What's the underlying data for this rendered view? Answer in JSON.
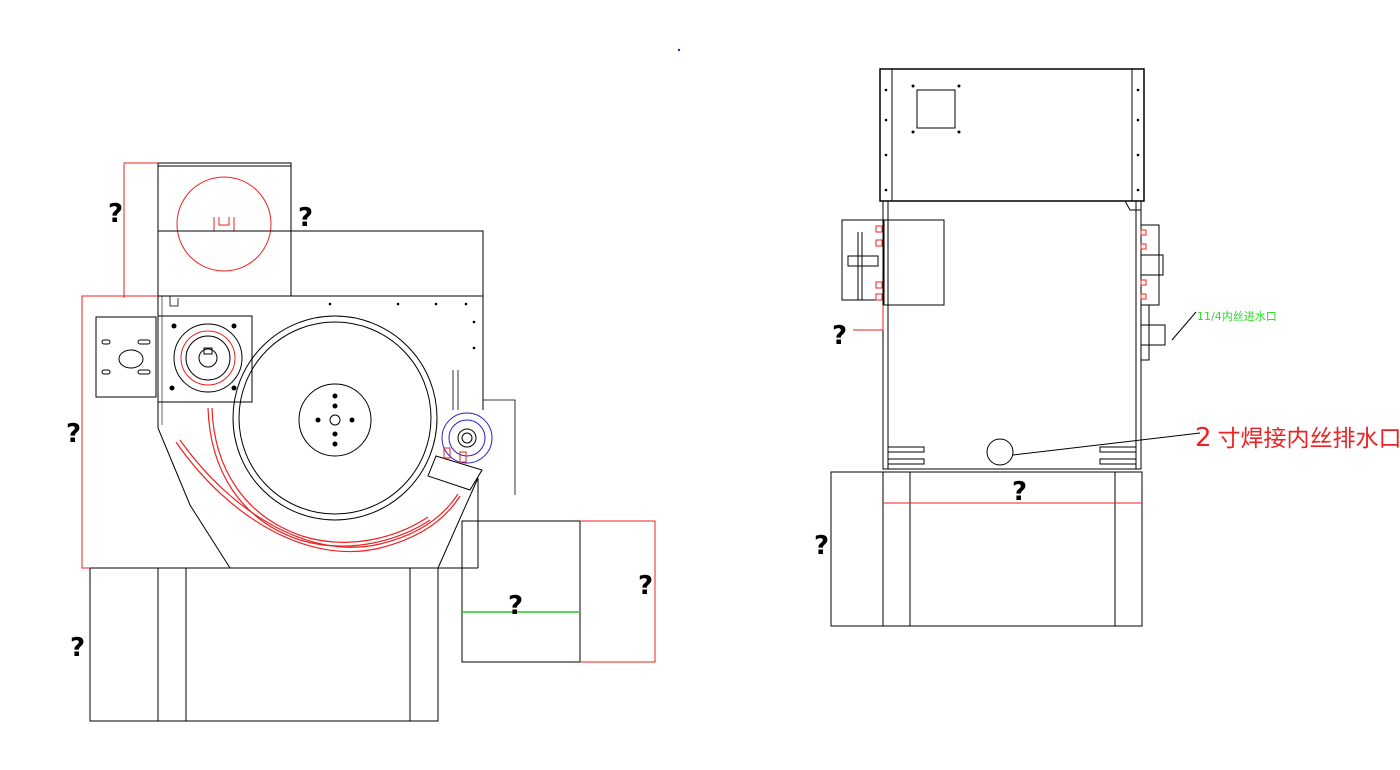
{
  "views": {
    "front": {
      "dimension_labels": [
        "?",
        "?",
        "?",
        "?",
        "?",
        "?"
      ]
    },
    "side": {
      "dimension_labels": [
        "?",
        "?",
        "?"
      ],
      "callouts": {
        "inlet": {
          "prefix": "1",
          "text": "1/4内丝进水口"
        },
        "drain": {
          "prefix": "2",
          "text": "寸焊接内丝排水口"
        }
      }
    }
  },
  "colors": {
    "outline": "#000000",
    "dimension": "#ee2222",
    "annotation_green": "#22dd22",
    "marker_blue": "#2222cc"
  }
}
